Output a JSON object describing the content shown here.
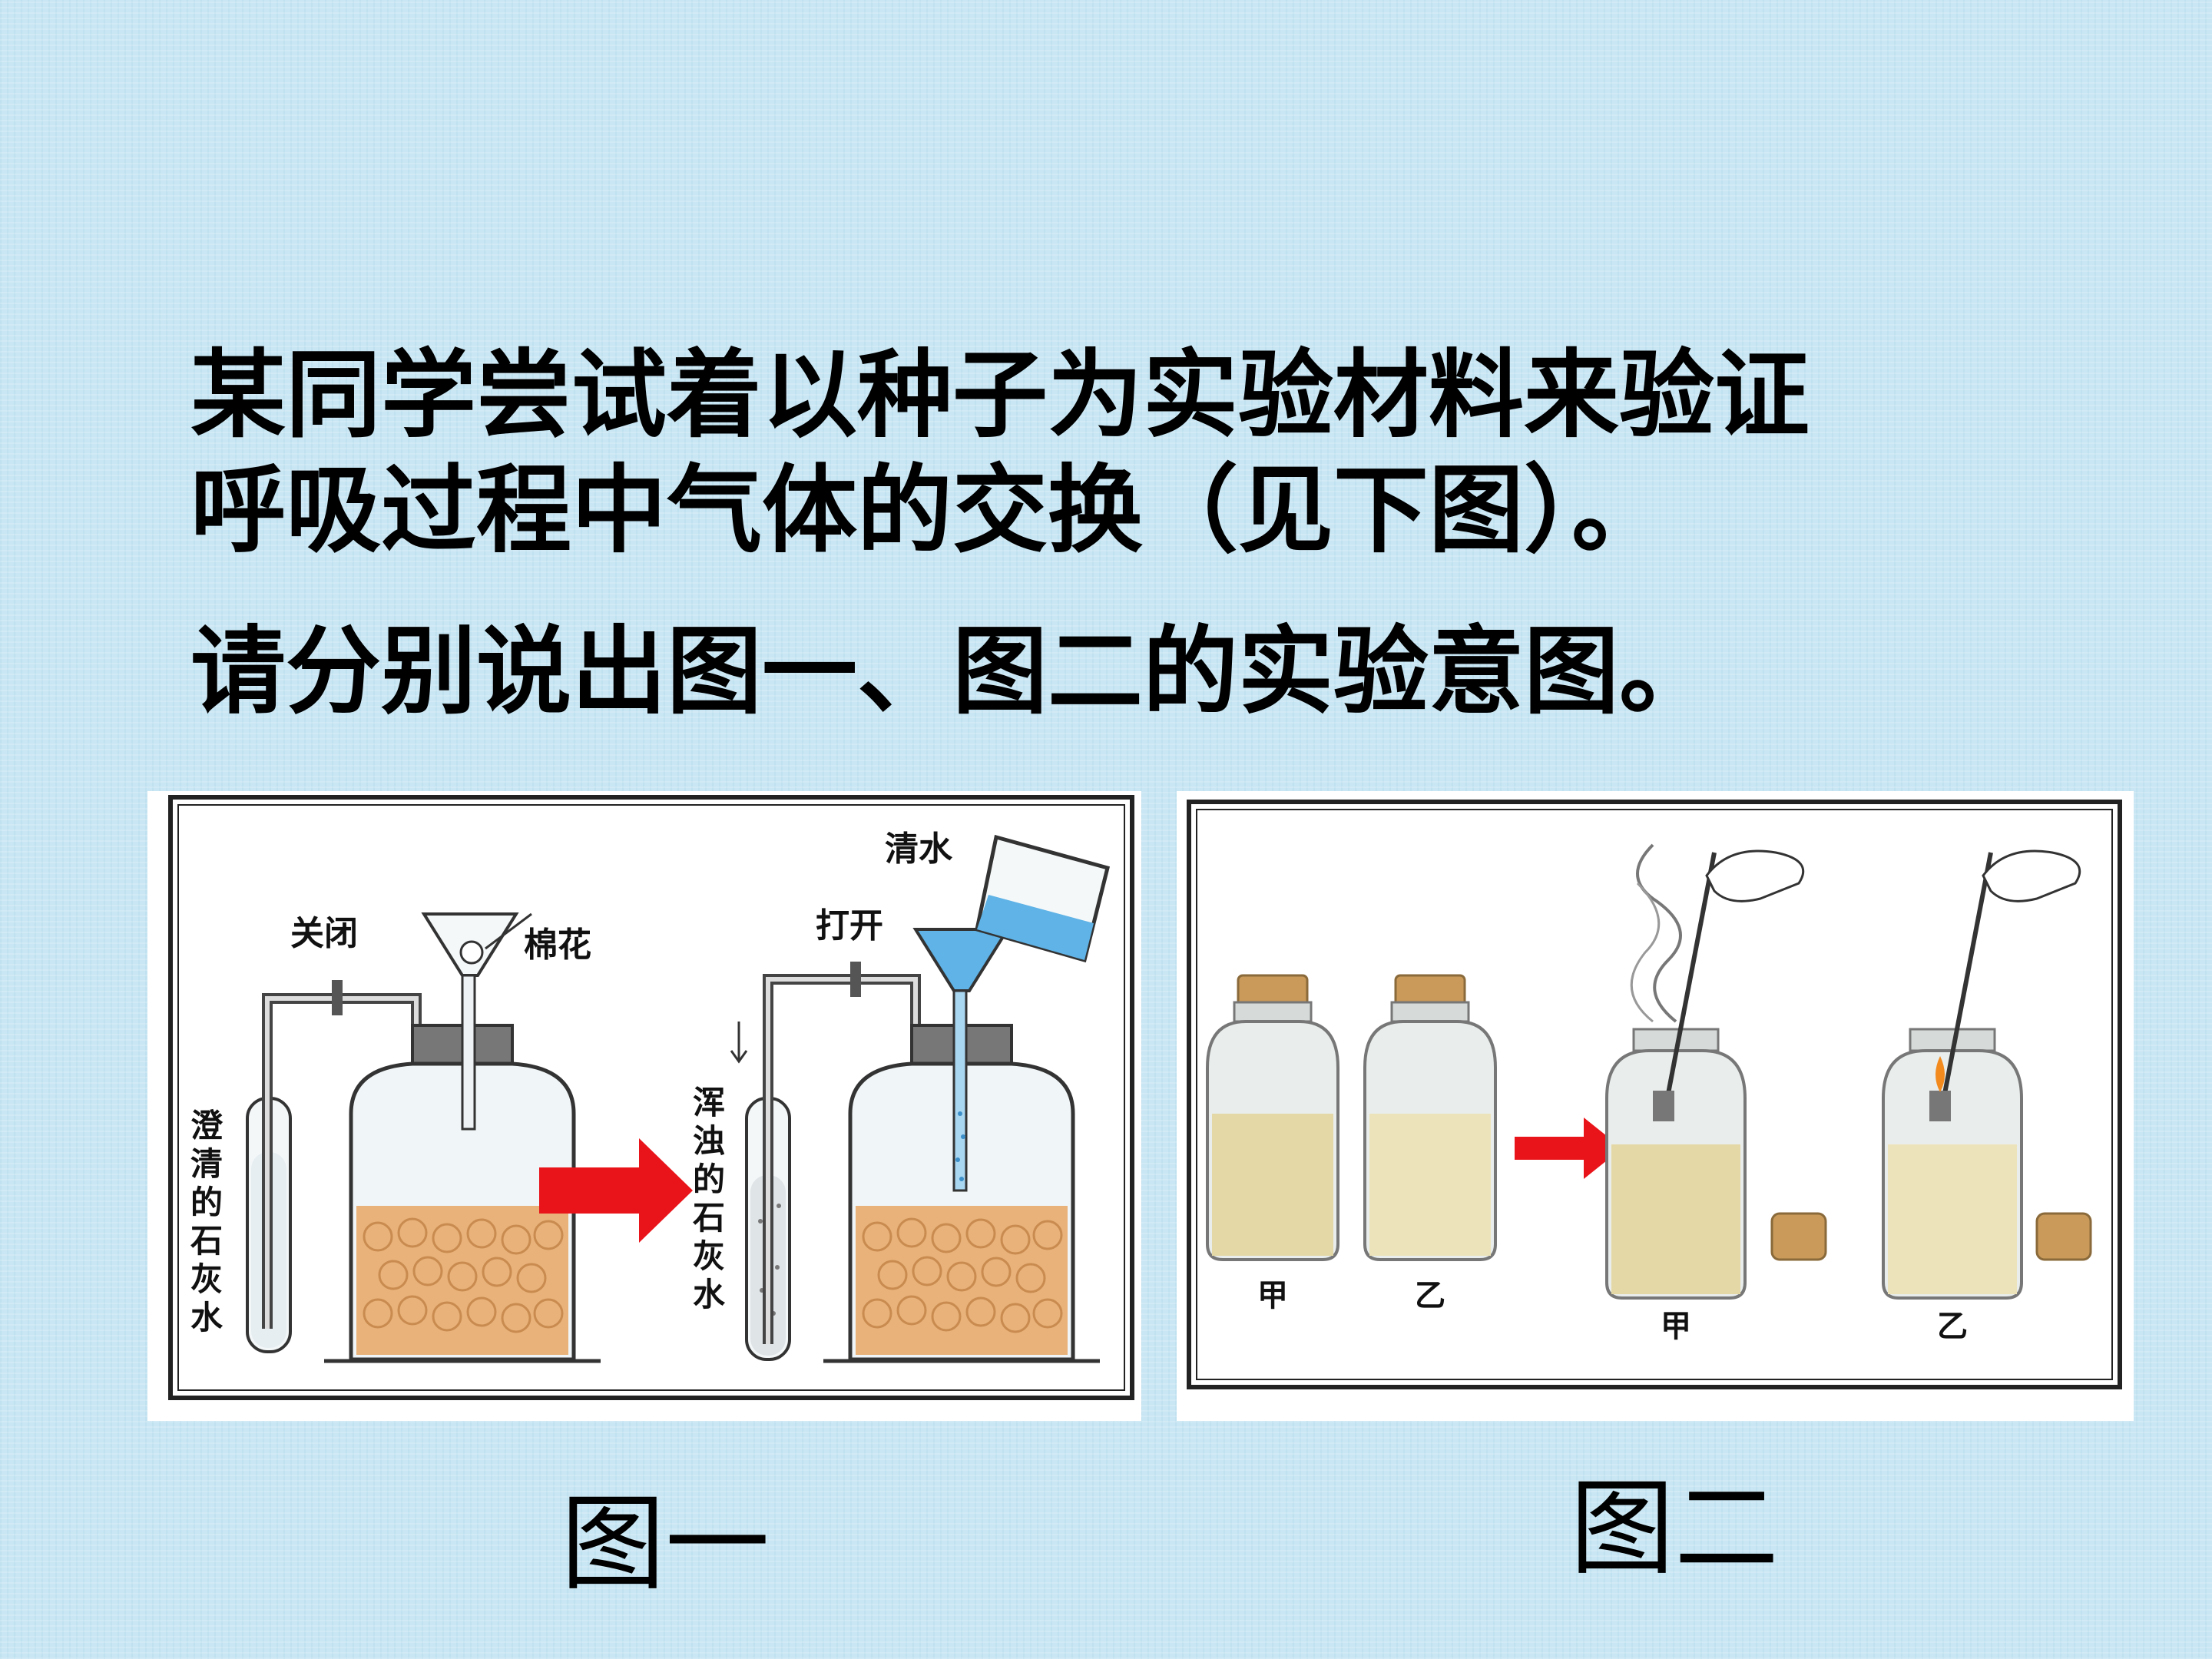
{
  "question": {
    "line1": "某同学尝试着以种子为实验材料来验证",
    "line2": "呼吸过程中气体的交换（见下图）。",
    "line3": "请分别说出图一、图二的实验意图。"
  },
  "figure1": {
    "label_closed": "关闭",
    "label_cotton": "棉花",
    "label_water": "清水",
    "label_open": "打开",
    "label_clear_limewater": [
      "澄",
      "清",
      "的",
      "石",
      "灰",
      "水"
    ],
    "label_turbid_limewater": [
      "浑",
      "浊",
      "的",
      "石",
      "灰",
      "水"
    ],
    "caption": "图一"
  },
  "figure2": {
    "jar_a": "甲",
    "jar_b": "乙",
    "jar_a_open": "甲",
    "jar_b_open": "乙",
    "caption": "图二"
  },
  "colors": {
    "background": "#c8e6f3",
    "seed": "#e8b27a",
    "arrow": "#e8141a",
    "water": "#5fb3e6"
  }
}
